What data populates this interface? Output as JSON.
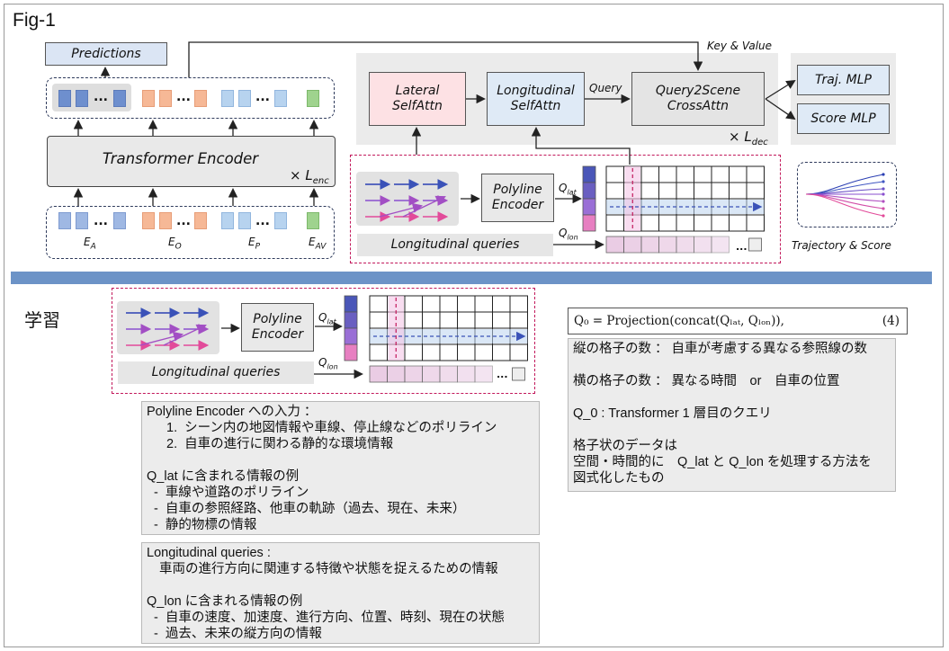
{
  "figure": {
    "title": "Fig-1",
    "section_label": "学習"
  },
  "upper": {
    "predictions": "Predictions",
    "transformer_encoder": "Transformer Encoder",
    "enc_times": "×",
    "enc_repeat_sub": "enc",
    "enc_repeat_main": "L",
    "embeddings": [
      {
        "main": "E",
        "sub": "A"
      },
      {
        "main": "E",
        "sub": "O"
      },
      {
        "main": "E",
        "sub": "P"
      },
      {
        "main": "E",
        "sub": "AV"
      }
    ],
    "key_value": "Key & Value",
    "lateral_selfattn": [
      "Lateral",
      "SelfAttn"
    ],
    "longitudinal_selfattn": [
      "Longitudinal",
      "SelfAttn"
    ],
    "query_label": "Query",
    "query2scene": [
      "Query2Scene",
      "CrossAttn"
    ],
    "dec_times": "×",
    "dec_repeat_main": "L",
    "dec_repeat_sub": "dec",
    "traj_mlp": "Traj. MLP",
    "score_mlp": "Score MLP",
    "trajectory_score": "Trajectory & Score",
    "polyline_encoder": [
      "Polyline",
      "Encoder"
    ],
    "longitudinal_queries": "Longitudinal queries",
    "q_lat": {
      "main": "Q",
      "sub": "lat"
    },
    "q_lon": {
      "main": "Q",
      "sub": "lon"
    },
    "ellipsis": "..."
  },
  "lower": {
    "polyline_encoder": [
      "Polyline",
      "Encoder"
    ],
    "longitudinal_queries": "Longitudinal queries",
    "q_lat": {
      "main": "Q",
      "sub": "lat"
    },
    "q_lon": {
      "main": "Q",
      "sub": "lon"
    },
    "ellipsis": "..."
  },
  "equation": {
    "text": "Q₀ = Projection(concat(Qₗₐₜ, Qₗₒₙ)),",
    "number": "(4)"
  },
  "notes": {
    "grid_explanation": [
      "縦の格子の数 ： 自車が考慮する異なる参照線の数",
      "",
      "横の格子の数 ： 異なる時間　or　自車の位置",
      "",
      "Q_0 : Transformer 1 層目のクエリ",
      "",
      "格子状のデータは",
      "空間・時間的に　Q_lat と Q_lon を処理する方法を",
      "図式化したもの"
    ],
    "polyline_input": [
      "Polyline Encoder への入力 ：",
      "1.  シーン内の地図情報や車線、停止線などのポリライン",
      "2.  自車の進行に関わる静的な環境情報",
      "",
      "Q_lat に含まれる情報の例",
      "-  車線や道路のポリライン",
      "-  自車の参照経路、他車の軌跡（過去、現在、未来）",
      "-  静的物標の情報"
    ],
    "longitudinal_info": [
      "Longitudinal queries :",
      "車両の進行方向に関連する特徴や状態を捉えるための情報",
      "",
      "Q_lon に含まれる情報の例",
      "-  自車の速度、加速度、進行方向、位置、時刻、現在の状態",
      "-  過去、未来の縦方向の情報"
    ]
  },
  "colors": {
    "separator": "#6c93c7",
    "lateral_fill": "#fde1e4",
    "longitudinal_fill": "#dfeaf6",
    "mlp_fill": "#dfeaf6",
    "prediction_fill": "#dbe5f4",
    "dashed_red": "#c2185b",
    "q_lat_colors": [
      "#4a56b8",
      "#6a5fc1",
      "#9a6fd6",
      "#e77fc1"
    ],
    "q_lon_fill": "#e8c7e2"
  }
}
